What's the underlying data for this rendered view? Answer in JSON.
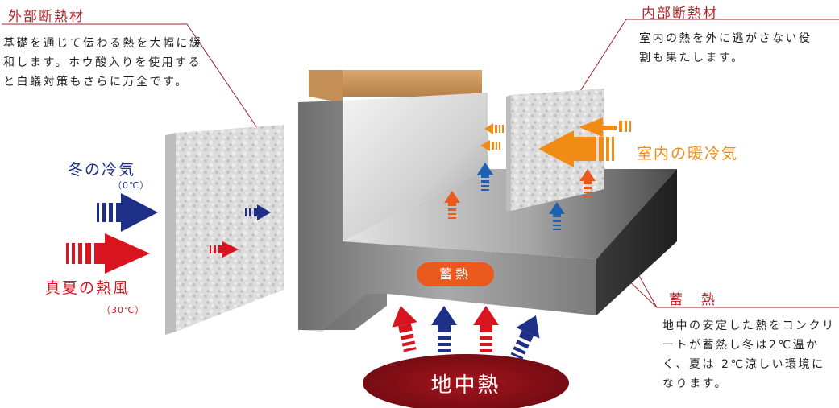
{
  "exterior_insulation": {
    "title": "外部断熱材",
    "description": "基礎を通じて伝わる熱を大幅に緩和します。ホウ酸入りを使用すると白蟻対策もさらに万全です。"
  },
  "interior_insulation": {
    "title": "内部断熱材",
    "description": "室内の熱を外に逃がさない役割も果たします。"
  },
  "winter": {
    "label": "冬の冷気",
    "temp": "（0℃）"
  },
  "summer": {
    "label": "真夏の熱風",
    "temp": "（30℃）"
  },
  "room_air": {
    "label": "室内の暖冷気"
  },
  "heat_storage_badge": "蓄熱",
  "heat_storage": {
    "title": "蓄　熱",
    "description": "地中の安定した熱をコンクリートが蓄熱し冬は2℃温かく、夏は 2℃涼しい環境になります。"
  },
  "ground_heat": "地中熱",
  "colors": {
    "accent_red": "#d8141f",
    "cold_blue": "#1d2f86",
    "room_orange": "#f08b16",
    "title_red": "#b5252c",
    "earth_dark_red": "#8a0e16",
    "badge_orange": "#ea5a1c"
  }
}
